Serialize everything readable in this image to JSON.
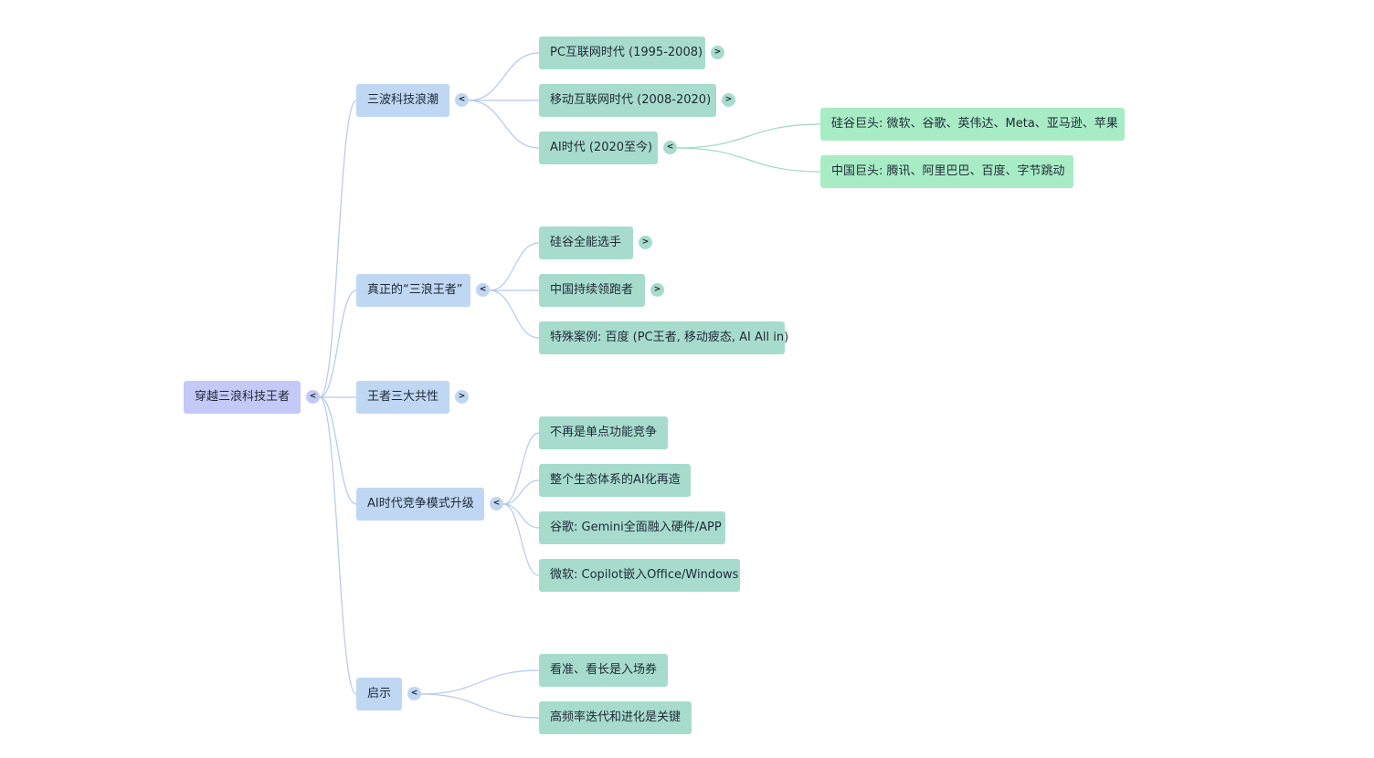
{
  "mindmap": {
    "root": {
      "label": "穿越三浪科技王者",
      "toggle": "<"
    },
    "branches": [
      {
        "label": "三波科技浪潮",
        "toggle": "<",
        "children": [
          {
            "label": "PC互联网时代 (1995-2008)",
            "toggle": ">"
          },
          {
            "label": "移动互联网时代 (2008-2020)",
            "toggle": ">"
          },
          {
            "label": "AI时代 (2020至今)",
            "toggle": "<",
            "children": [
              {
                "label": "硅谷巨头: 微软、谷歌、英伟达、Meta、亚马逊、苹果"
              },
              {
                "label": "中国巨头: 腾讯、阿里巴巴、百度、字节跳动"
              }
            ]
          }
        ]
      },
      {
        "label": "真正的“三浪王者”",
        "toggle": "<",
        "children": [
          {
            "label": "硅谷全能选手",
            "toggle": ">"
          },
          {
            "label": "中国持续领跑者",
            "toggle": ">"
          },
          {
            "label": "特殊案例: 百度 (PC王者, 移动疲态, AI All in)"
          }
        ]
      },
      {
        "label": "王者三大共性",
        "toggle": ">"
      },
      {
        "label": "AI时代竞争模式升级",
        "toggle": "<",
        "children": [
          {
            "label": "不再是单点功能竞争"
          },
          {
            "label": "整个生态体系的AI化再造"
          },
          {
            "label": "谷歌: Gemini全面融入硬件/APP"
          },
          {
            "label": "微软: Copilot嵌入Office/Windows"
          }
        ]
      },
      {
        "label": "启示",
        "toggle": "<",
        "children": [
          {
            "label": "看准、看长是入场券"
          },
          {
            "label": "高频率迭代和进化是关键"
          }
        ]
      }
    ]
  },
  "colors": {
    "root": "#c5c9f7",
    "level1": "#bfd7f2",
    "level2": "#a7dccd",
    "level3": "#a8ecc5",
    "link_blue": "#b5c8ee",
    "link_teal": "#9fd9c4",
    "link_green": "#99e4b8"
  }
}
